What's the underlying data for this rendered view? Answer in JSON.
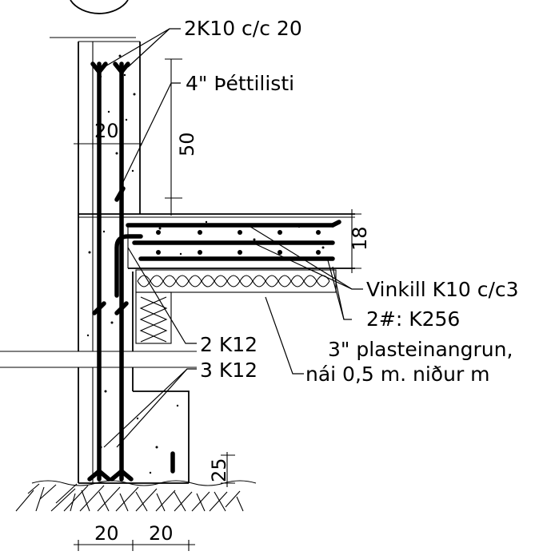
{
  "labels": {
    "top_rebar": "2K10  c/c  20",
    "waterstop": "4\"  Þéttilisti",
    "angle_bar": "Vinkill  K10  c/c3",
    "mesh": "2#:  K256",
    "insulation_line1": "3\"  plasteinangrun,",
    "insulation_line2": "nái  0,5  m.  niður  m",
    "bars_upper": "2  K12",
    "bars_lower": "3  K12"
  },
  "dimensions": {
    "wall_thickness": "20",
    "upturn_height": "50",
    "slab_thickness": "18",
    "footing_height": "25",
    "footing_width_left": "20",
    "footing_width_right": "20"
  }
}
